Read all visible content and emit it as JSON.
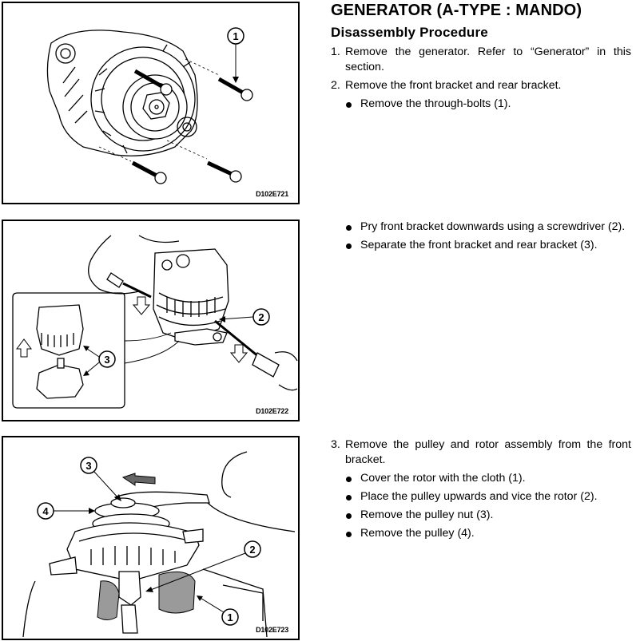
{
  "header": {
    "title": "GENERATOR (A-TYPE : MANDO)",
    "subtitle": "Disassembly Procedure"
  },
  "sections": [
    {
      "figure": {
        "code": "D102E721",
        "callouts": [
          "1"
        ],
        "description": "Generator with four through-bolts removed"
      },
      "steps": [
        {
          "num": "1.",
          "text": "Remove the generator. Refer to “Generator” in this section."
        },
        {
          "num": "2.",
          "text": "Remove the front bracket and rear bracket."
        }
      ],
      "bullets": [
        "Remove the through-bolts (1)."
      ]
    },
    {
      "figure": {
        "code": "D102E722",
        "callouts": [
          "2",
          "3"
        ],
        "description": "Prying front bracket downward with screwdrivers; separated brackets inset"
      },
      "bullets": [
        "Pry front bracket downwards using a screwdriver (2).",
        "Separate the front bracket and rear bracket (3)."
      ]
    },
    {
      "figure": {
        "code": "D102E723",
        "callouts": [
          "3",
          "4",
          "2",
          "1"
        ],
        "description": "Removing pulley nut with wrench while rotor held in vice with cloth"
      },
      "steps": [
        {
          "num": "3.",
          "text": "Remove the pulley and rotor assembly from the front bracket."
        }
      ],
      "bullets": [
        "Cover the rotor with the cloth (1).",
        "Place the pulley upwards and vice the rotor (2).",
        "Remove the pulley nut (3).",
        "Remove the pulley (4)."
      ]
    }
  ]
}
